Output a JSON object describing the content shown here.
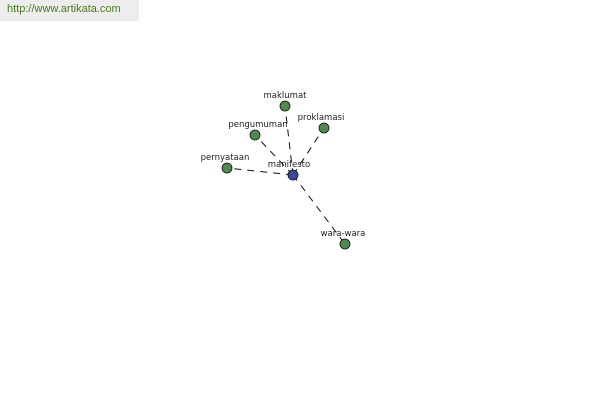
{
  "site": {
    "url": "http://www.artikata.com"
  },
  "colors": {
    "center_node": "#3c4a9e",
    "leaf_node": "#4e8a4e",
    "node_outline": "#111111",
    "edge": "#111111",
    "banner_text": "#4a7a1a",
    "banner_bg": "#ededed"
  },
  "graph": {
    "center": {
      "id": "manifesto",
      "label": "manifesto"
    },
    "nodes": [
      {
        "id": "maklumat",
        "label": "maklumat"
      },
      {
        "id": "proklamasi",
        "label": "proklamasi"
      },
      {
        "id": "pengumuman",
        "label": "pengumuman"
      },
      {
        "id": "pernyataan",
        "label": "pernyataan"
      },
      {
        "id": "wara-wara",
        "label": "wara-wara"
      }
    ],
    "edges": [
      {
        "from": "manifesto",
        "to": "maklumat"
      },
      {
        "from": "manifesto",
        "to": "proklamasi"
      },
      {
        "from": "manifesto",
        "to": "pengumuman"
      },
      {
        "from": "manifesto",
        "to": "pernyataan"
      },
      {
        "from": "manifesto",
        "to": "wara-wara"
      }
    ]
  }
}
